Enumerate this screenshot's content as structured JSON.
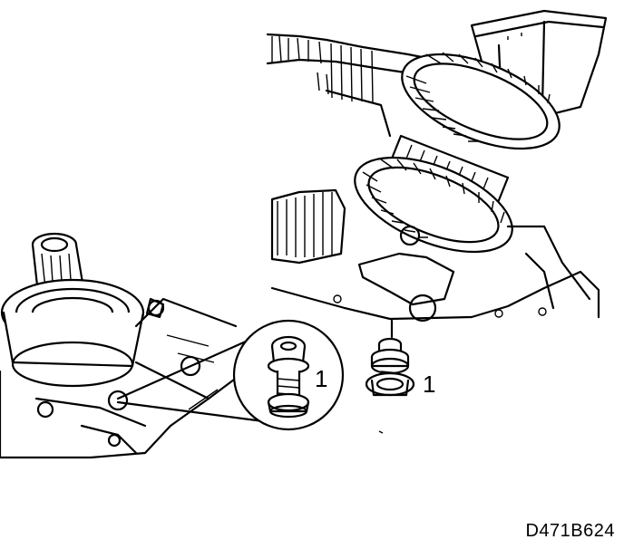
{
  "figure": {
    "code": "D471B624",
    "callouts": [
      "1",
      "1"
    ]
  },
  "parts": {
    "flange_bolt_icon": "flange-bolt-icon",
    "spline_shaft_icon": "spline-shaft-icon",
    "gear_cluster_icon": "gear-cluster-icon",
    "magnifier_circle_icon": "magnifier-circle-icon"
  }
}
